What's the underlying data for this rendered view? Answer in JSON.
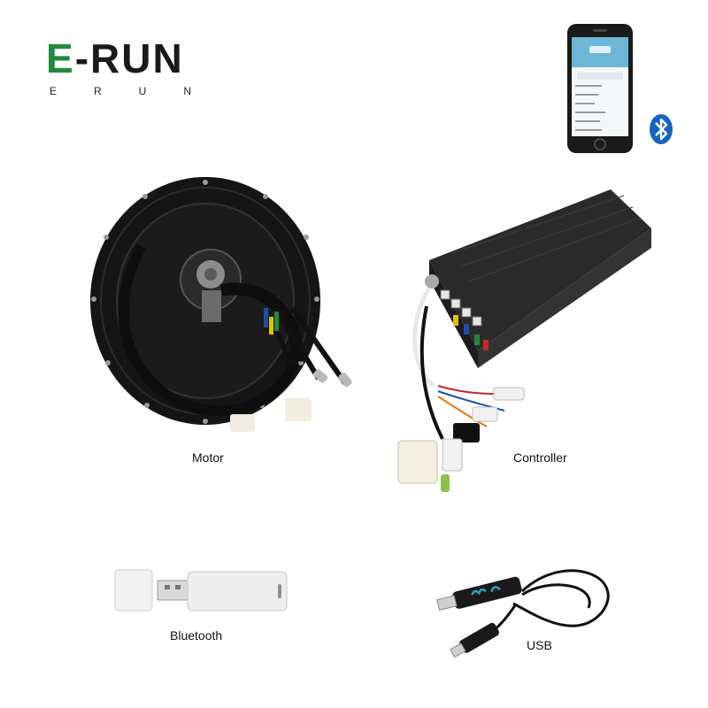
{
  "logo": {
    "main_first": "E",
    "main_rest": "-RUN",
    "sub_letters": [
      "E",
      "R",
      "U",
      "N"
    ],
    "brand_color": "#1f8a3c"
  },
  "captions": {
    "motor": "Motor",
    "controller": "Controller",
    "bluetooth": "Bluetooth",
    "usb": "USB"
  },
  "icons": {
    "phone": "smartphone-app-icon",
    "bluetooth": "bluetooth-icon"
  }
}
